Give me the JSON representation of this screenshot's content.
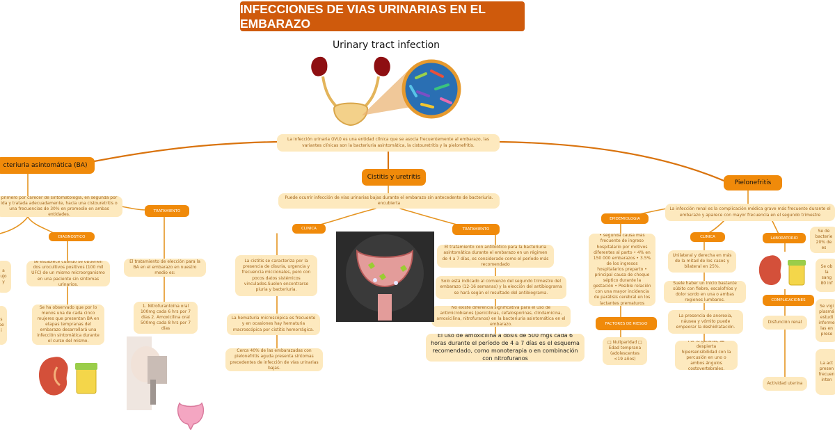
{
  "title": "INFECCIONES DE VIAS URINARIAS EN EL EMBARAZO",
  "subtitle": "Urinary tract infection",
  "intro": "La infección urinaria (IVU) es una entidad clínica que se asocia frecuentemente al embarazo, las variantes clínicas son la bacteriuria asintomática, la cistouretritis y la pielonefritis.",
  "colors": {
    "title_bg": "#cf5a0c",
    "node": "#f08a0a",
    "note_bg": "#fde9be",
    "note_text": "#a0641c",
    "link": "#d9730d"
  },
  "bacteriuria": {
    "label": "cteriuria asintomática (BA)",
    "definition": "primero por carecer de sintomatología, en segunda por ida y tratada adecuadamente, hacia una cistouretritis o una frecuencias de 30% en promedio en ambas entidades.",
    "diagnostico_label": "DIAGNOSTICO",
    "diagnostico_text": "se establece cuando se obtienen dos urocultivos positivos (100 mil UFC) de un mismo microorganismo en una paciente sin síntomas urinarios.",
    "observation": "Se ha observado que por lo menos una de cada cinco mujeres que presentan BA en etapas tempranas del embarazo desarrollará una infección sintomática durante el curso del mismo.",
    "tratamiento_label": "TRATAMIENTO",
    "tratamiento_text": "El tratamiento de elección para la BA en el embarazo en nuestro medio es:",
    "tratamiento_dose": "1. Nitrofurantoína oral 100mg cada 6 hrs por 7 días 2. Amoxicilina oral 500mg cada 8 hrs por 7 días",
    "left_clipped_1": "a ujo y",
    "left_clipped_2": "s pe i"
  },
  "cistitis": {
    "label": "Cistitis y uretritis",
    "definition": "Puede ocurrir infección de vías urinarias bajas durante el embarazo sin antecedente de bacteriuria. encubierta",
    "clinica_label": "CLINICA",
    "clinica_1": "La cistitis se caracteriza por la presencia de disuria, urgencia y frecuencia miccionales, pero con pocos datos sistémicos vinculados.Suelen encontrarse piuria y bacteriuria.",
    "clinica_2": "La hematuria microscópica es frecuente y en ocasiones hay hematuria macroscópica por cistitis hemorrágica.",
    "clinica_3": "Cerca 40% de las embarazadas con pielonefritis aguda presenta síntomas precedentes de infección de vías urinarias bajas.",
    "tratamiento_label": "TRATAMIENTO",
    "tratamiento_1": "El tratamiento con antibiótico para la bacteriuria asintomática durante el embarazo en un régimen de 4 a 7 días, es considerado como el período más recomendado",
    "tratamiento_2": "Solo está indicado al comienzo del segundo trimestre del embarazo (12-16 semanas) y la elección del antibiograma se hará según el resultado del antibiograma.",
    "tratamiento_3": "No existe diferencia significativa para el uso de antimicrobianos (penicilinas, cefalosporinas, clindamicina, amoxicilina, nitrofuranos) en la bacteriuria asintomática en el embarazo.",
    "tratamiento_4": "El uso de amoxicilina a dosis de 500 mgs cada 6 horas durante el período de 4 a 7 días es el esquema recomendado, como monoterapia o en combinación con nitrofuranos"
  },
  "pielonefritis": {
    "label": "Pielonefritis",
    "definition": "La infección renal es la complicación médica grave más frecuente durante el embarazo y aparece con mayor frecuencia en el segundo trimestre",
    "epidemiologia_label": "EPIDEMIOLOGIA",
    "epidemiologia_text": "• segunda causa más frecuente de ingreso hospitalario por motivos diferentes al parto • 4% en 150 000 embarazos • 3.5% de los ingresos hospitalarios preparto • principal causa de choque séptico durante la gestación • Posible relación con una mayor incidencia de parálisis cerebral en los lactantes prematuros",
    "factores_label": "FACTORES DE RIESGO",
    "factores_text": "□ Nuliparidad □ Edad temprana (adolescentes <19 años)",
    "clinica_label": "CLINICA",
    "clinica_1": "Unilateral y derecha en más de la mitad de los casos y bilateral en 25%.",
    "clinica_2": "Suele haber un inicio bastante súbito con fiebre, escalofríos y dolor sordo en una o ambas regiones lumbares.",
    "clinica_3": "La presencia de anorexia, náusea y vómito puede empeorar la deshidratación.",
    "clinica_4": "Por lo general, se despierta hipersensibilidad con la percusión en uno o ambos ángulos costovertebrales.",
    "laboratorio_label": "LABORATORIO",
    "lab_1": "Se de bacterie 20% de es",
    "lab_2": "Se ob la sang 80 inf",
    "complicaciones_label": "COMPLICACIONES",
    "comp_1": "Disfunción renal",
    "comp_2": "Actividad uterina",
    "comp_1_text": "Se vigi plasmá estudi informe las en prese",
    "comp_2_text": "La act presen frecuen inten"
  }
}
